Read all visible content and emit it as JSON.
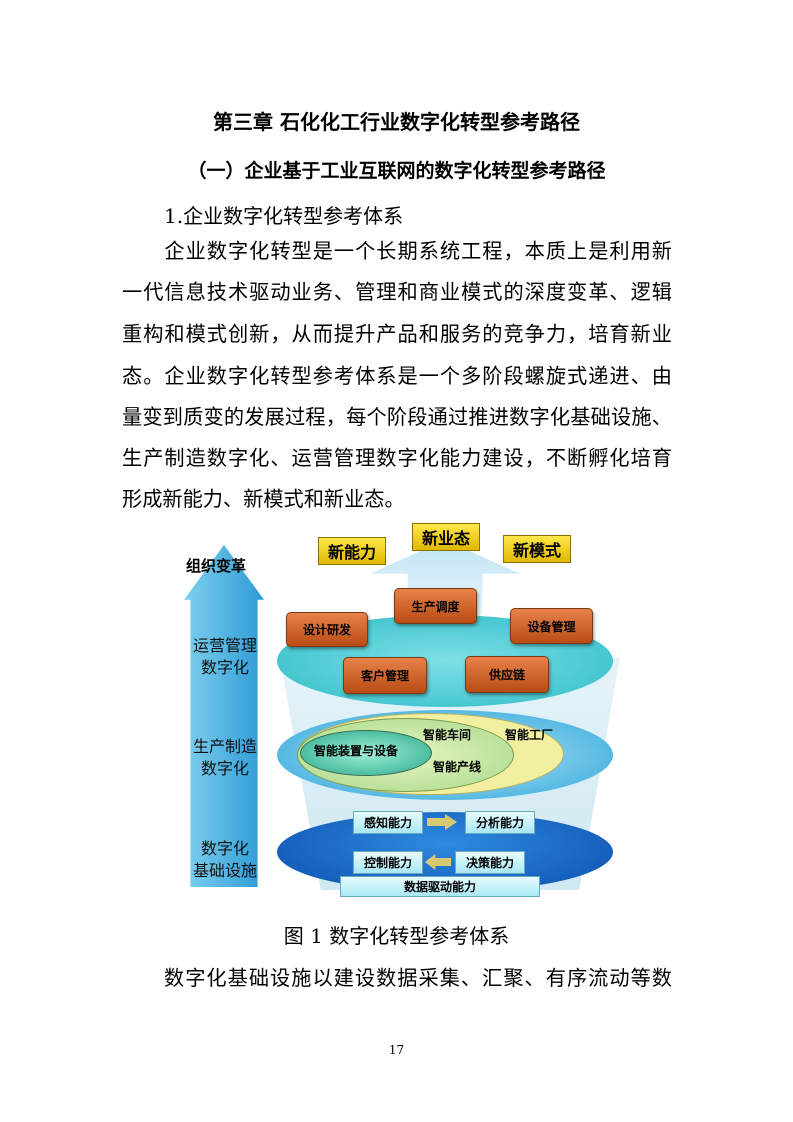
{
  "chapter_title": "第三章 石化化工行业数字化转型参考路径",
  "section_title": "（一）企业基于工业互联网的数字化转型参考路径",
  "subsection_title": "1.企业数字化转型参考体系",
  "paragraph_lines": [
    "　　企业数字化转型是一个长期系统工程，本质上是利用新",
    "一代信息技术驱动业务、管理和商业模式的深度变革、逻辑",
    "重构和模式创新，从而提升产品和服务的竞争力，培育新业",
    "态。企业数字化转型参考体系是一个多阶段螺旋式递进、由",
    "量变到质变的发展过程，每个阶段通过推进数字化基础设施、",
    "生产制造数字化、运营管理数字化能力建设，不断孵化培育",
    "形成新能力、新模式和新业态。"
  ],
  "diagram": {
    "left_arrow_top": "组织变革",
    "levels": [
      "运营管理\n数字化",
      "生产制造\n数字化",
      "数字化\n基础设施"
    ],
    "outcomes": [
      "新能力",
      "新业态",
      "新模式"
    ],
    "operations": [
      "设计研发",
      "生产调度",
      "设备管理",
      "客户管理",
      "供应链"
    ],
    "production": [
      "智能装置与设备",
      "智能车间",
      "智能工厂",
      "智能产线"
    ],
    "infrastructure": [
      "感知能力",
      "分析能力",
      "控制能力",
      "决策能力",
      "数据驱动能力"
    ]
  },
  "caption": "图 1 数字化转型参考体系",
  "tail_line": "数字化基础设施以建设数据采集、汇聚、有序流动等数",
  "page_number": "17"
}
